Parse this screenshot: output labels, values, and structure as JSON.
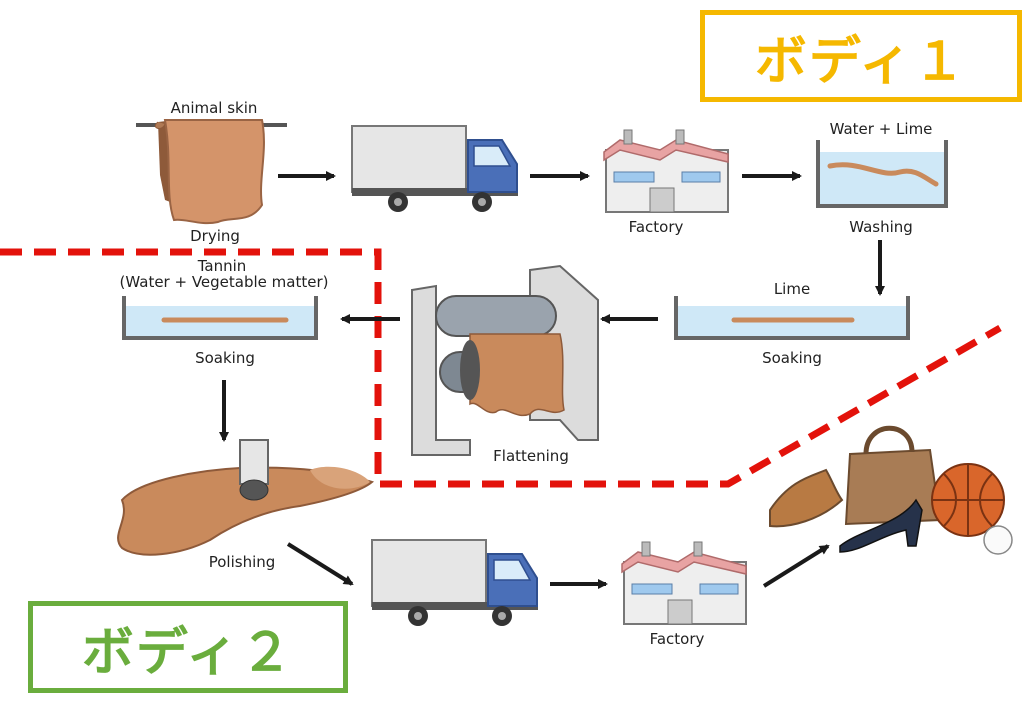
{
  "labels": {
    "animal_skin": "Animal skin",
    "drying": "Drying",
    "factory_top": "Factory",
    "water_lime": "Water + Lime",
    "washing": "Washing",
    "lime": "Lime",
    "soaking_right": "Soaking",
    "flattening": "Flattening",
    "tannin_line1": "Tannin",
    "tannin_line2": "(Water + Vegetable matter)",
    "soaking_left": "Soaking",
    "polishing": "Polishing",
    "factory_bottom": "Factory"
  },
  "badges": {
    "body1": "ボディ１",
    "body2": "ボディ２"
  },
  "colors": {
    "body1": "#f5b800",
    "body2": "#6aad3d",
    "dashed_line": "#e3120b",
    "leather": "#c98a5c",
    "water": "#cfe8f7",
    "truck_cab": "#4a6fb8"
  }
}
